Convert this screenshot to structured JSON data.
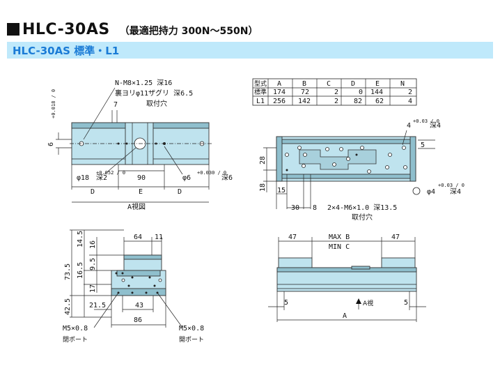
{
  "title": {
    "main": "HLC-30AS",
    "sub": "（最適把持力 300N～550N）"
  },
  "band": {
    "label": "HLC-30AS 標準・L1"
  },
  "table": {
    "headers": [
      "型式",
      "A",
      "B",
      "C",
      "D",
      "E",
      "N"
    ],
    "rows": [
      [
        "標準",
        "174",
        "72",
        "2",
        "0",
        "144",
        "2"
      ],
      [
        "L1",
        "256",
        "142",
        "2",
        "82",
        "62",
        "4"
      ]
    ]
  },
  "view_top": {
    "note1": "N-M8×1.25 深16",
    "note2": "裏ヨリφ11ザグリ 深6.5",
    "note3": "取付穴",
    "dim_7": "7",
    "dim_6": "6",
    "tol_6": "+0.018 / 0",
    "hole_left": "φ18",
    "hole_left_tol": "+0.052 / 0",
    "hole_left_depth": "深2",
    "dim_90": "90",
    "hole_right": "φ6",
    "hole_right_tol": "+0.030 / 0",
    "hole_right_depth": "深6",
    "D": "D",
    "E": "E",
    "caption": "A視図"
  },
  "view_right_top": {
    "hole": "4",
    "hole_tol": "+0.03 / 0",
    "hole_depth": "深4",
    "dim_5": "5",
    "dim_28": "28",
    "dim_18": "18",
    "dim_15": "15",
    "hole2": "φ4",
    "hole2_tol": "+0.03 / 0",
    "hole2_depth": "深4",
    "dim_30": "30",
    "dim_8": "8",
    "tap": "2×4-M6×1.0 深13.5",
    "tap_caption": "取付穴"
  },
  "view_end": {
    "dim_64": "64",
    "dim_11": "11",
    "dim_14_5": "14.5",
    "dim_16": "16",
    "dim_16_5": "16.5",
    "dim_73_5": "73.5",
    "dim_9_5": "9.5",
    "dim_17": "17",
    "dim_42_5": "42.5",
    "dim_21_5": "21.5",
    "dim_43": "43",
    "dim_86": "86",
    "port_l": "M5×0.8",
    "port_l_cap": "閉ポート",
    "port_r": "M5×0.8",
    "port_r_cap": "開ポート"
  },
  "view_side": {
    "dim_47l": "47",
    "dim_47r": "47",
    "max": "MAX B",
    "min": "MIN C",
    "dim_5l": "5",
    "dim_5r": "5",
    "arrow_label": "A視",
    "dim_A": "A"
  }
}
